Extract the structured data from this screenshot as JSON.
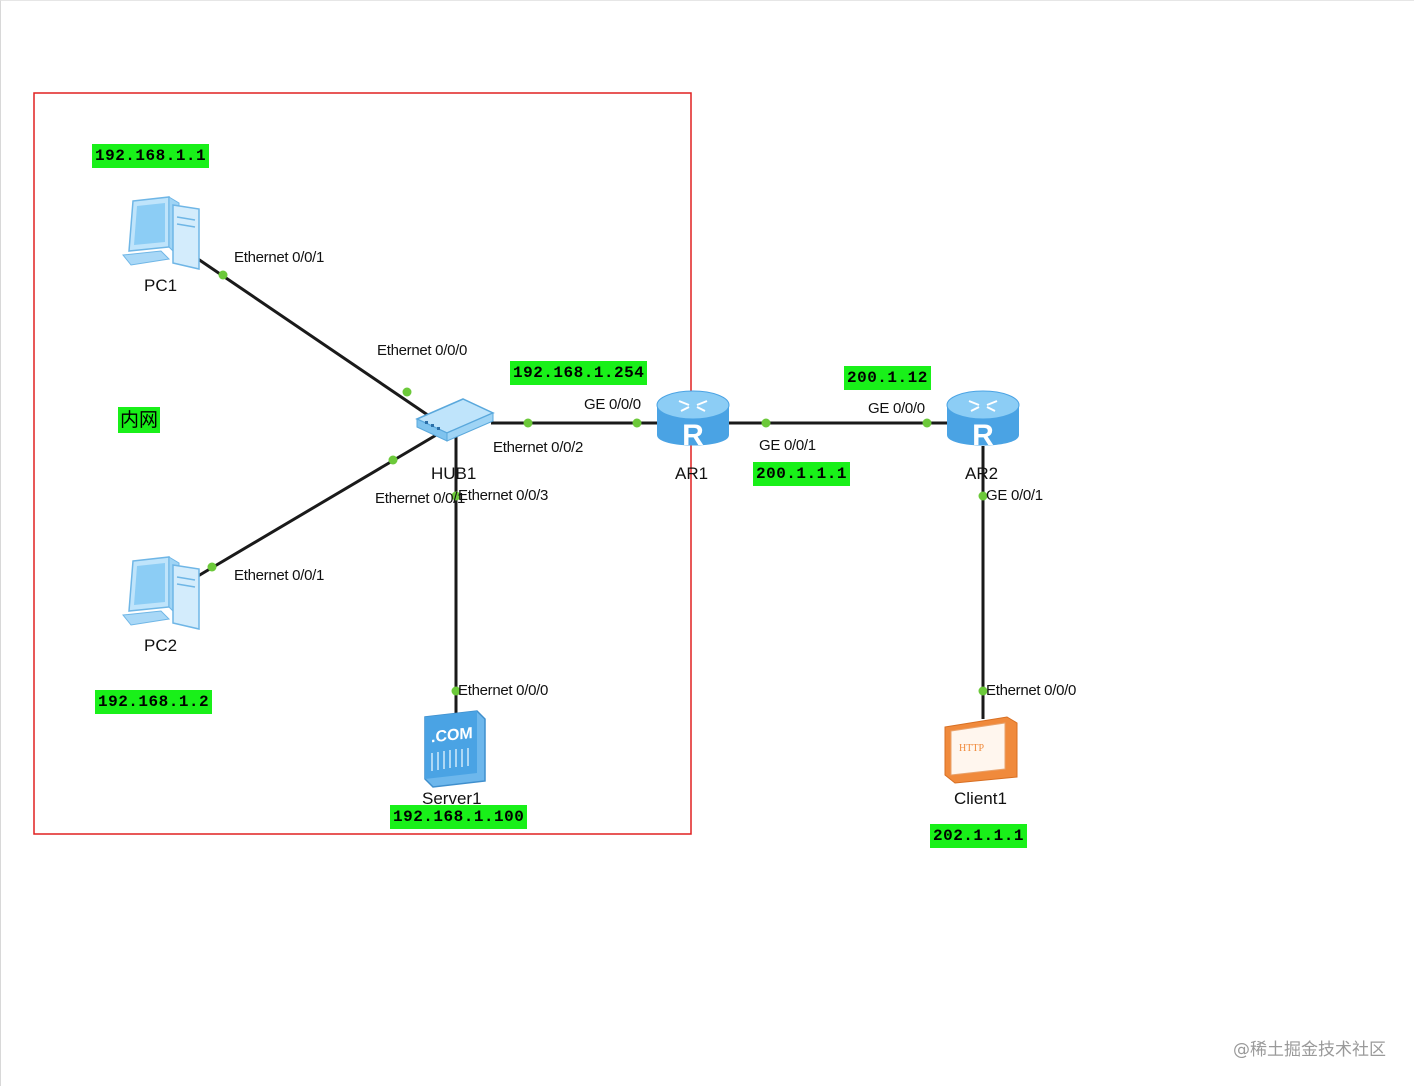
{
  "zone": {
    "label": "内网",
    "border_color": "#e02020"
  },
  "colors": {
    "ip_background": "#19f019",
    "link": "#1a1a1a",
    "port_dot": "#6cc93a",
    "device_blue": "#8ccdf5",
    "client_orange": "#f08a3c"
  },
  "devices": {
    "pc1": {
      "name": "PC1",
      "ip": "192.168.1.1",
      "icon": "desktop-pc-icon"
    },
    "pc2": {
      "name": "PC2",
      "ip": "192.168.1.2",
      "icon": "desktop-pc-icon"
    },
    "hub1": {
      "name": "HUB1",
      "icon": "hub-icon"
    },
    "server1": {
      "name": "Server1",
      "ip": "192.168.1.100",
      "icon": "server-icon",
      "badge": ".COM"
    },
    "ar1": {
      "name": "AR1",
      "ip_lan": "192.168.1.254",
      "ip_wan": "200.1.1.1",
      "icon": "router-icon",
      "badge": "R"
    },
    "ar2": {
      "name": "AR2",
      "ip_wan": "200.1.12",
      "icon": "router-icon",
      "badge": "R"
    },
    "client1": {
      "name": "Client1",
      "ip": "202.1.1.1",
      "icon": "http-client-icon",
      "badge": "HTTP"
    }
  },
  "ports": {
    "pc1_eth": "Ethernet 0/0/1",
    "hub_to_pc1": "Ethernet 0/0/0",
    "hub_to_ar1": "Ethernet 0/0/2",
    "hub_to_pc2": "Ethernet 0/0/1",
    "hub_to_server": "Ethernet 0/0/3",
    "pc2_eth": "Ethernet 0/0/1",
    "server_eth": "Ethernet 0/0/0",
    "ar1_ge000": "GE 0/0/0",
    "ar1_ge001": "GE 0/0/1",
    "ar2_ge000": "GE 0/0/0",
    "ar2_ge001": "GE 0/0/1",
    "client_eth": "Ethernet 0/0/0"
  },
  "watermark": "@稀土掘金技术社区"
}
